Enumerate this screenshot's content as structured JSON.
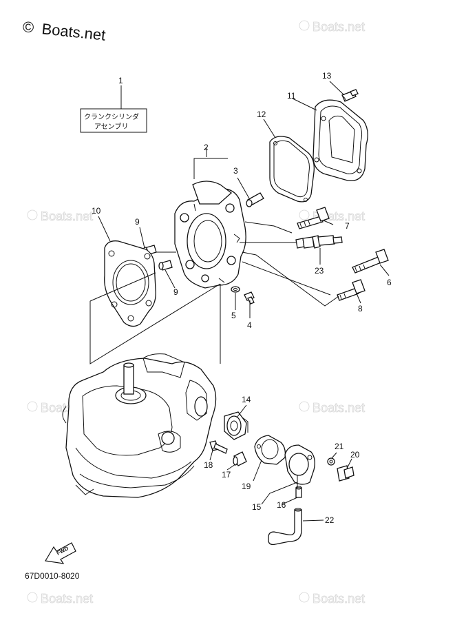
{
  "watermark": {
    "brand_text": "Boats.net",
    "copyright_symbol": "©"
  },
  "label_box": {
    "callout": "1",
    "line1": "クランクシリンダ",
    "line2": "アセンブリ"
  },
  "callouts": {
    "c2": "2",
    "c3": "3",
    "c4": "4",
    "c5": "5",
    "c6": "6",
    "c7": "7",
    "c8": "8",
    "c9a": "9",
    "c9b": "9",
    "c10": "10",
    "c11": "11",
    "c12": "12",
    "c13": "13",
    "c14": "14",
    "c15": "15",
    "c16": "16",
    "c17": "17",
    "c18": "18",
    "c19": "19",
    "c20": "20",
    "c21": "21",
    "c22": "22",
    "c23": "23"
  },
  "fwd_arrow": {
    "label": "FWD",
    "icon": "fwd-arrow-icon"
  },
  "diagram_code": "67D0010-8020"
}
